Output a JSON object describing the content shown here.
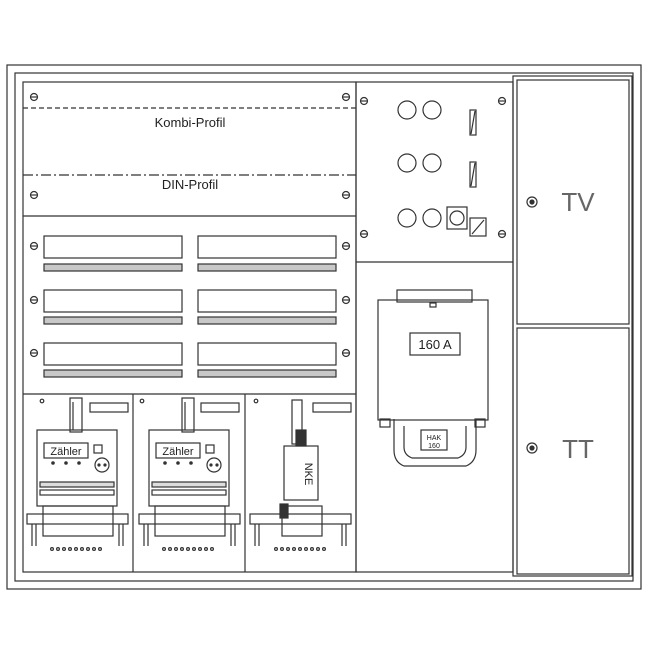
{
  "labels": {
    "kombi_profil": "Kombi-Profil",
    "din_profil": "DIN-Profil",
    "meter_1": "Zähler",
    "meter_2": "Zähler",
    "nke": "NKE",
    "hak_fuse": "160 A",
    "hak_line1": "HAK",
    "hak_line2": "160",
    "tv": "TV",
    "tt": "TT"
  },
  "colors": {
    "line": "#333333",
    "rail": "#c8c8c8",
    "background": "#ffffff"
  }
}
